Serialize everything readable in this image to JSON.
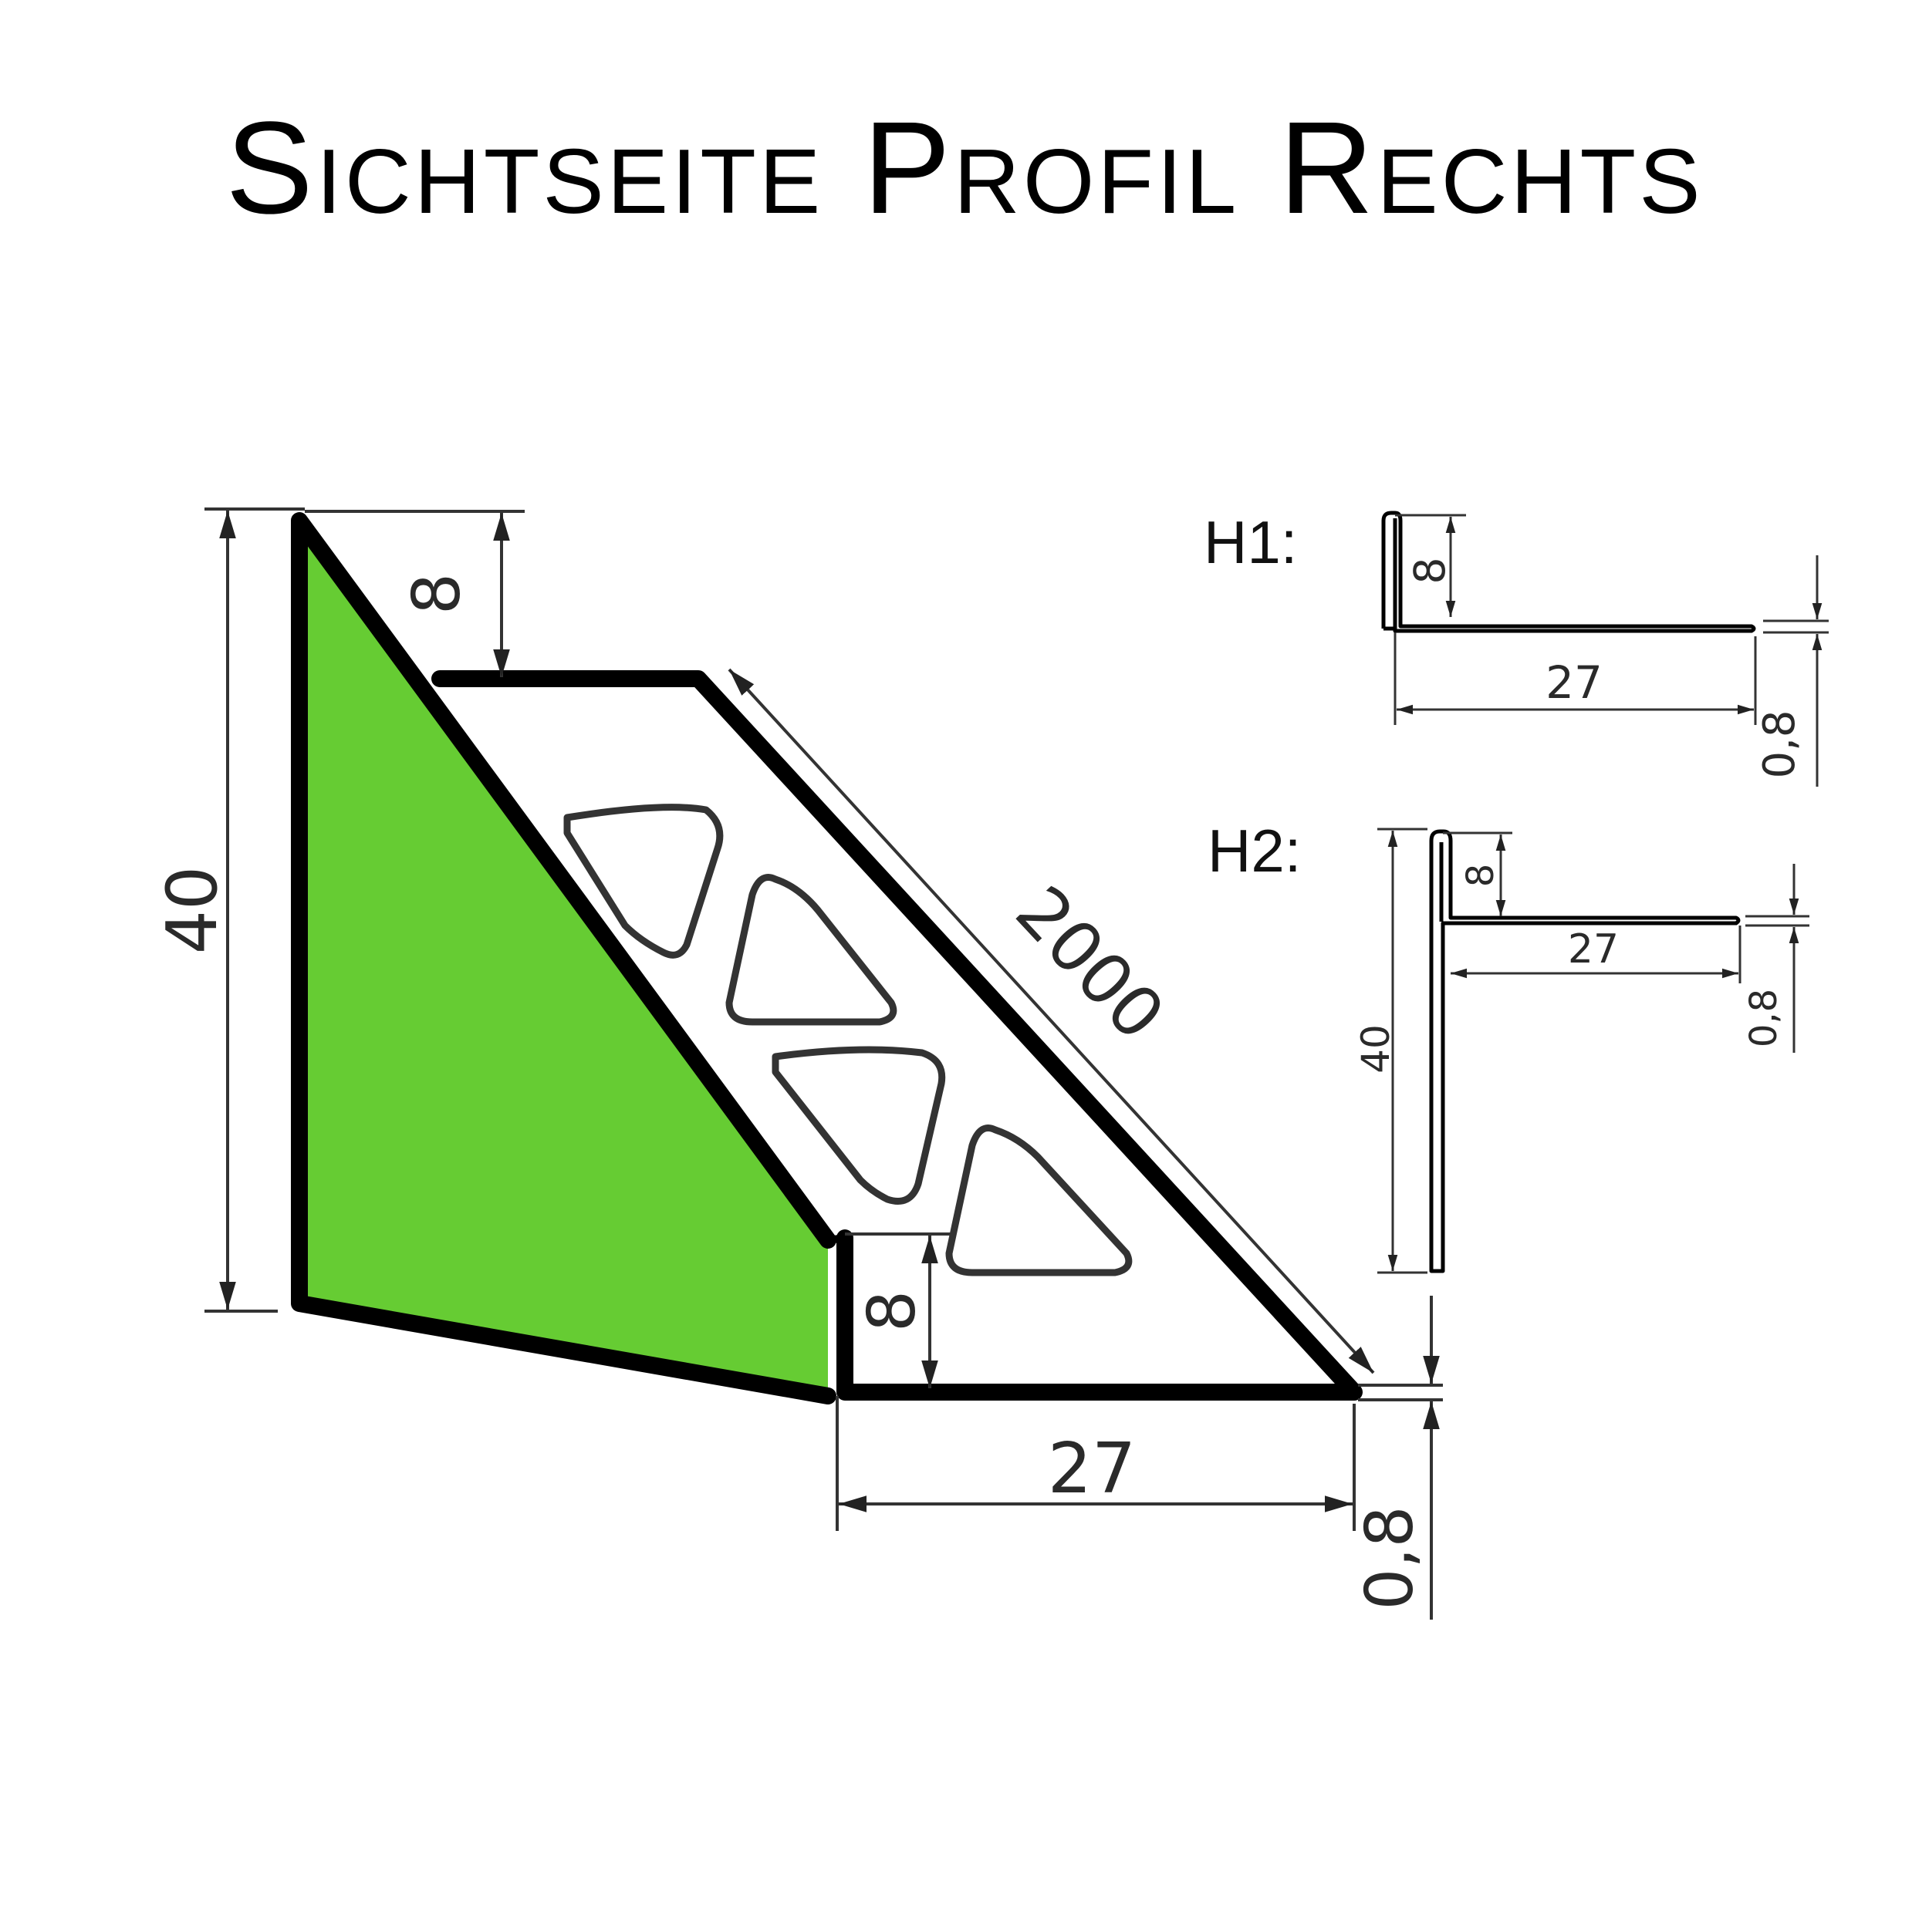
{
  "title": "Sichtseite Profil Rechts",
  "colors": {
    "profile_fill": "#66cc33",
    "outline": "#000000",
    "dimension": "#2a2a2a"
  },
  "main_view": {
    "height": "40",
    "top_step": "8",
    "length": "2000",
    "inner_step": "8",
    "width": "27",
    "thickness": "0,8"
  },
  "h1": {
    "label": "H1:",
    "height": "8",
    "width": "27",
    "thickness": "0,8"
  },
  "h2": {
    "label": "H2:",
    "top_step": "8",
    "width": "27",
    "thickness": "0,8",
    "height": "40"
  }
}
